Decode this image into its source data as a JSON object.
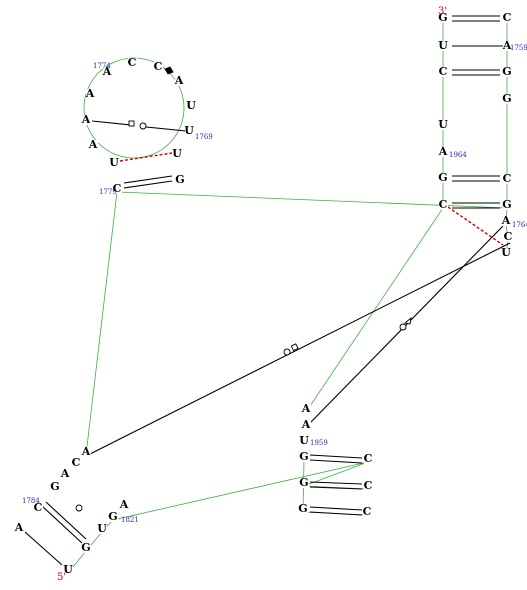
{
  "colors": {
    "backbone": "#3fae3f",
    "pair": "#000000",
    "noncanonical": "#cc0000",
    "label": "#000000",
    "number": "#1f2db0",
    "terminal": "#cc0000"
  },
  "terminals": [
    {
      "id": "five",
      "text": "5'"
    },
    {
      "id": "three",
      "text": "3'"
    }
  ],
  "nucleotides": [
    {
      "id": "n1782",
      "base": "U"
    },
    {
      "id": "n1783",
      "base": "A"
    },
    {
      "id": "n1784",
      "base": "C"
    },
    {
      "id": "n1785",
      "base": "G"
    },
    {
      "id": "n1786",
      "base": "A"
    },
    {
      "id": "n1787",
      "base": "C"
    },
    {
      "id": "n1788",
      "base": "A"
    },
    {
      "id": "n1779",
      "base": "C"
    },
    {
      "id": "n1778",
      "base": "U"
    },
    {
      "id": "n1777",
      "base": "A"
    },
    {
      "id": "n1776",
      "base": "A"
    },
    {
      "id": "n1775",
      "base": "A"
    },
    {
      "id": "n1774",
      "base": "A"
    },
    {
      "id": "n1773",
      "base": "C"
    },
    {
      "id": "n1772",
      "base": "C"
    },
    {
      "id": "n1771",
      "base": "A"
    },
    {
      "id": "n1770",
      "base": "U"
    },
    {
      "id": "n1769",
      "base": "U"
    },
    {
      "id": "n1768",
      "base": "U"
    },
    {
      "id": "n1767",
      "base": "G"
    },
    {
      "id": "n1766",
      "base": "U"
    },
    {
      "id": "n1765",
      "base": "C"
    },
    {
      "id": "n1764",
      "base": "A"
    },
    {
      "id": "n1763",
      "base": "G"
    },
    {
      "id": "n1762",
      "base": "C"
    },
    {
      "id": "n1761",
      "base": "G"
    },
    {
      "id": "n1760",
      "base": "G"
    },
    {
      "id": "n1759",
      "base": "A"
    },
    {
      "id": "n1758",
      "base": "C"
    },
    {
      "id": "n1966",
      "base": "G"
    },
    {
      "id": "n1965",
      "base": "U"
    },
    {
      "id": "n1964c",
      "base": "C"
    },
    {
      "id": "n1964u",
      "base": "U"
    },
    {
      "id": "n1964",
      "base": "A"
    },
    {
      "id": "n1963",
      "base": "G"
    },
    {
      "id": "n1962",
      "base": "C"
    },
    {
      "id": "n1961",
      "base": "A"
    },
    {
      "id": "n1960",
      "base": "A"
    },
    {
      "id": "n1959",
      "base": "U"
    },
    {
      "id": "n1958",
      "base": "G"
    },
    {
      "id": "n1957",
      "base": "C"
    },
    {
      "id": "n1956",
      "base": "G"
    },
    {
      "id": "n1955",
      "base": "C"
    },
    {
      "id": "n1954",
      "base": "G"
    },
    {
      "id": "n1953",
      "base": "C"
    },
    {
      "id": "n1821",
      "base": "G"
    },
    {
      "id": "n1820",
      "base": "A"
    },
    {
      "id": "n1822",
      "base": "U"
    },
    {
      "id": "n1823",
      "base": "G"
    }
  ],
  "numbers": [
    {
      "id": "lbl1774",
      "text": "1774"
    },
    {
      "id": "lbl1769",
      "text": "1769"
    },
    {
      "id": "lbl1779",
      "text": "1779"
    },
    {
      "id": "lbl1784",
      "text": "1784"
    },
    {
      "id": "lbl1821",
      "text": "1821"
    },
    {
      "id": "lbl1959",
      "text": "1959"
    },
    {
      "id": "lbl1964",
      "text": "1964"
    },
    {
      "id": "lbl1759",
      "text": "1759"
    },
    {
      "id": "lbl1764",
      "text": "1764"
    }
  ]
}
